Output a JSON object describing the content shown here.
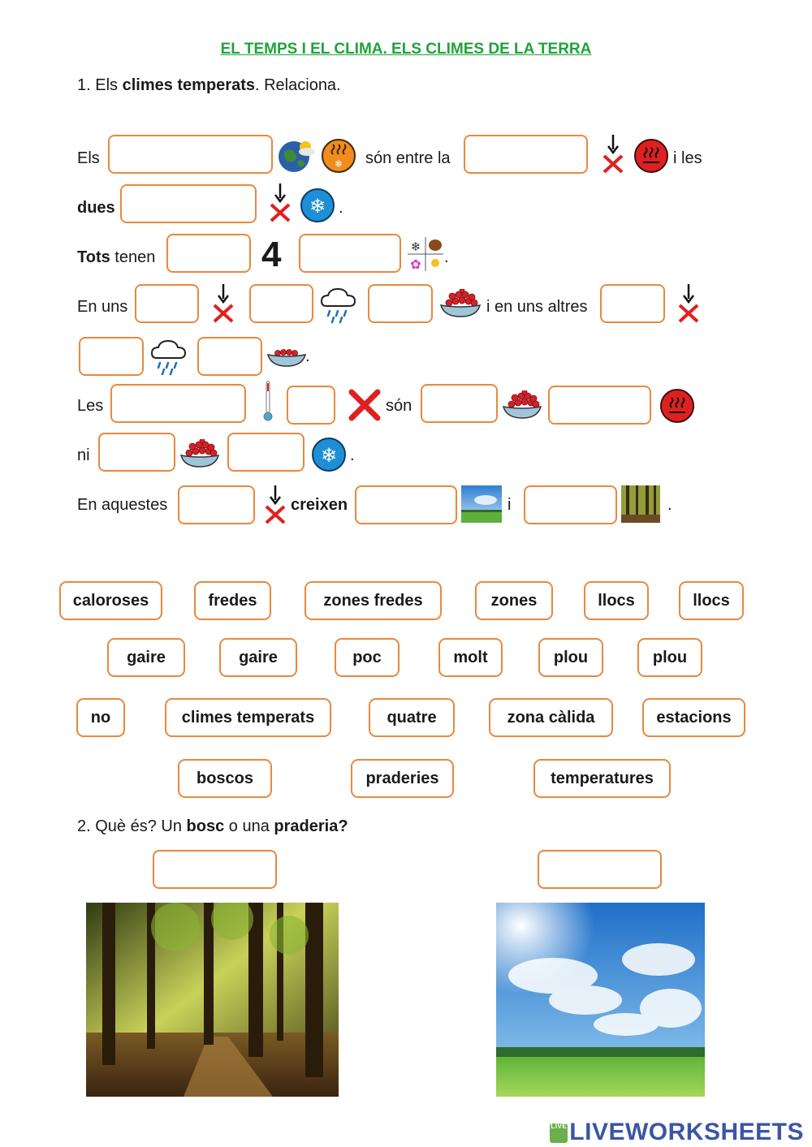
{
  "title": "EL TEMPS I EL CLIMA. ELS CLIMES DE LA TERRA",
  "q1": {
    "number": "1. Els ",
    "bold": "climes temperats",
    "rest": ". Relaciona."
  },
  "lines": {
    "l1_a": "Els",
    "l1_b": "són entre la",
    "l1_c": "i les",
    "l2_a": "dues",
    "l2_b": ".",
    "l3_a": "Tots",
    "l3_b": "tenen",
    "l3_num": "4",
    "l3_c": ".",
    "l4_a": "En uns",
    "l4_b": "i en uns altres",
    "l5_a": ".",
    "l6_a": "Les",
    "l6_b": "són",
    "l7_a": "ni",
    "l7_b": ".",
    "l8_a": "En aquestes",
    "l8_b": "creixen",
    "l8_c": "i",
    "l8_d": "."
  },
  "word_bank": [
    "caloroses",
    "fredes",
    "zones fredes",
    "zones",
    "llocs",
    "llocs",
    "gaire",
    "gaire",
    "poc",
    "molt",
    "plou",
    "plou",
    "no",
    "climes temperats",
    "quatre",
    "zona càlida",
    "estacions",
    "boscos",
    "praderies",
    "temperatures"
  ],
  "q2": {
    "number": "2. Què és? Un ",
    "bold1": "bosc",
    "mid": " o una ",
    "bold2": "praderia?"
  },
  "footer": {
    "logo_text": "LIVEWORKSHEETS",
    "logo_badge": "LIVE"
  },
  "colors": {
    "title": "#1fa33a",
    "box_border": "#e8893f",
    "red": "#e02020",
    "snow": "#1e8fd6",
    "logo": "#3a56a5"
  }
}
